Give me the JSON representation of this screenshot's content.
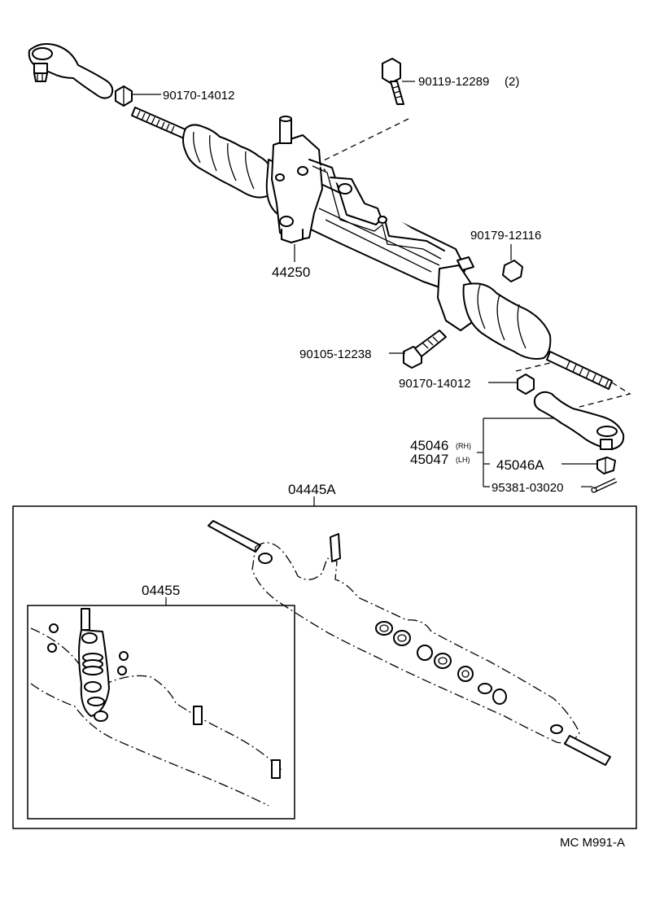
{
  "diagram_id": "MC M991-A",
  "labels": {
    "tie_rod_end_nut_upper": "90170-14012",
    "union_bolt": "90119-12289",
    "union_bolt_qty": "(2)",
    "rack_assembly": "44250",
    "nut_right": "90179-12116",
    "mount_bolt": "90105-12238",
    "tie_rod_end_nut_lower": "90170-14012",
    "tie_rod_end_rh": "45046",
    "tie_rod_end_rh_side": "(RH)",
    "tie_rod_end_lh": "45047",
    "tie_rod_end_lh_side": "(LH)",
    "castle_nut": "45046A",
    "cotter_pin": "95381-03020",
    "gasket_kit": "04445A",
    "seal_kit": "04455"
  }
}
